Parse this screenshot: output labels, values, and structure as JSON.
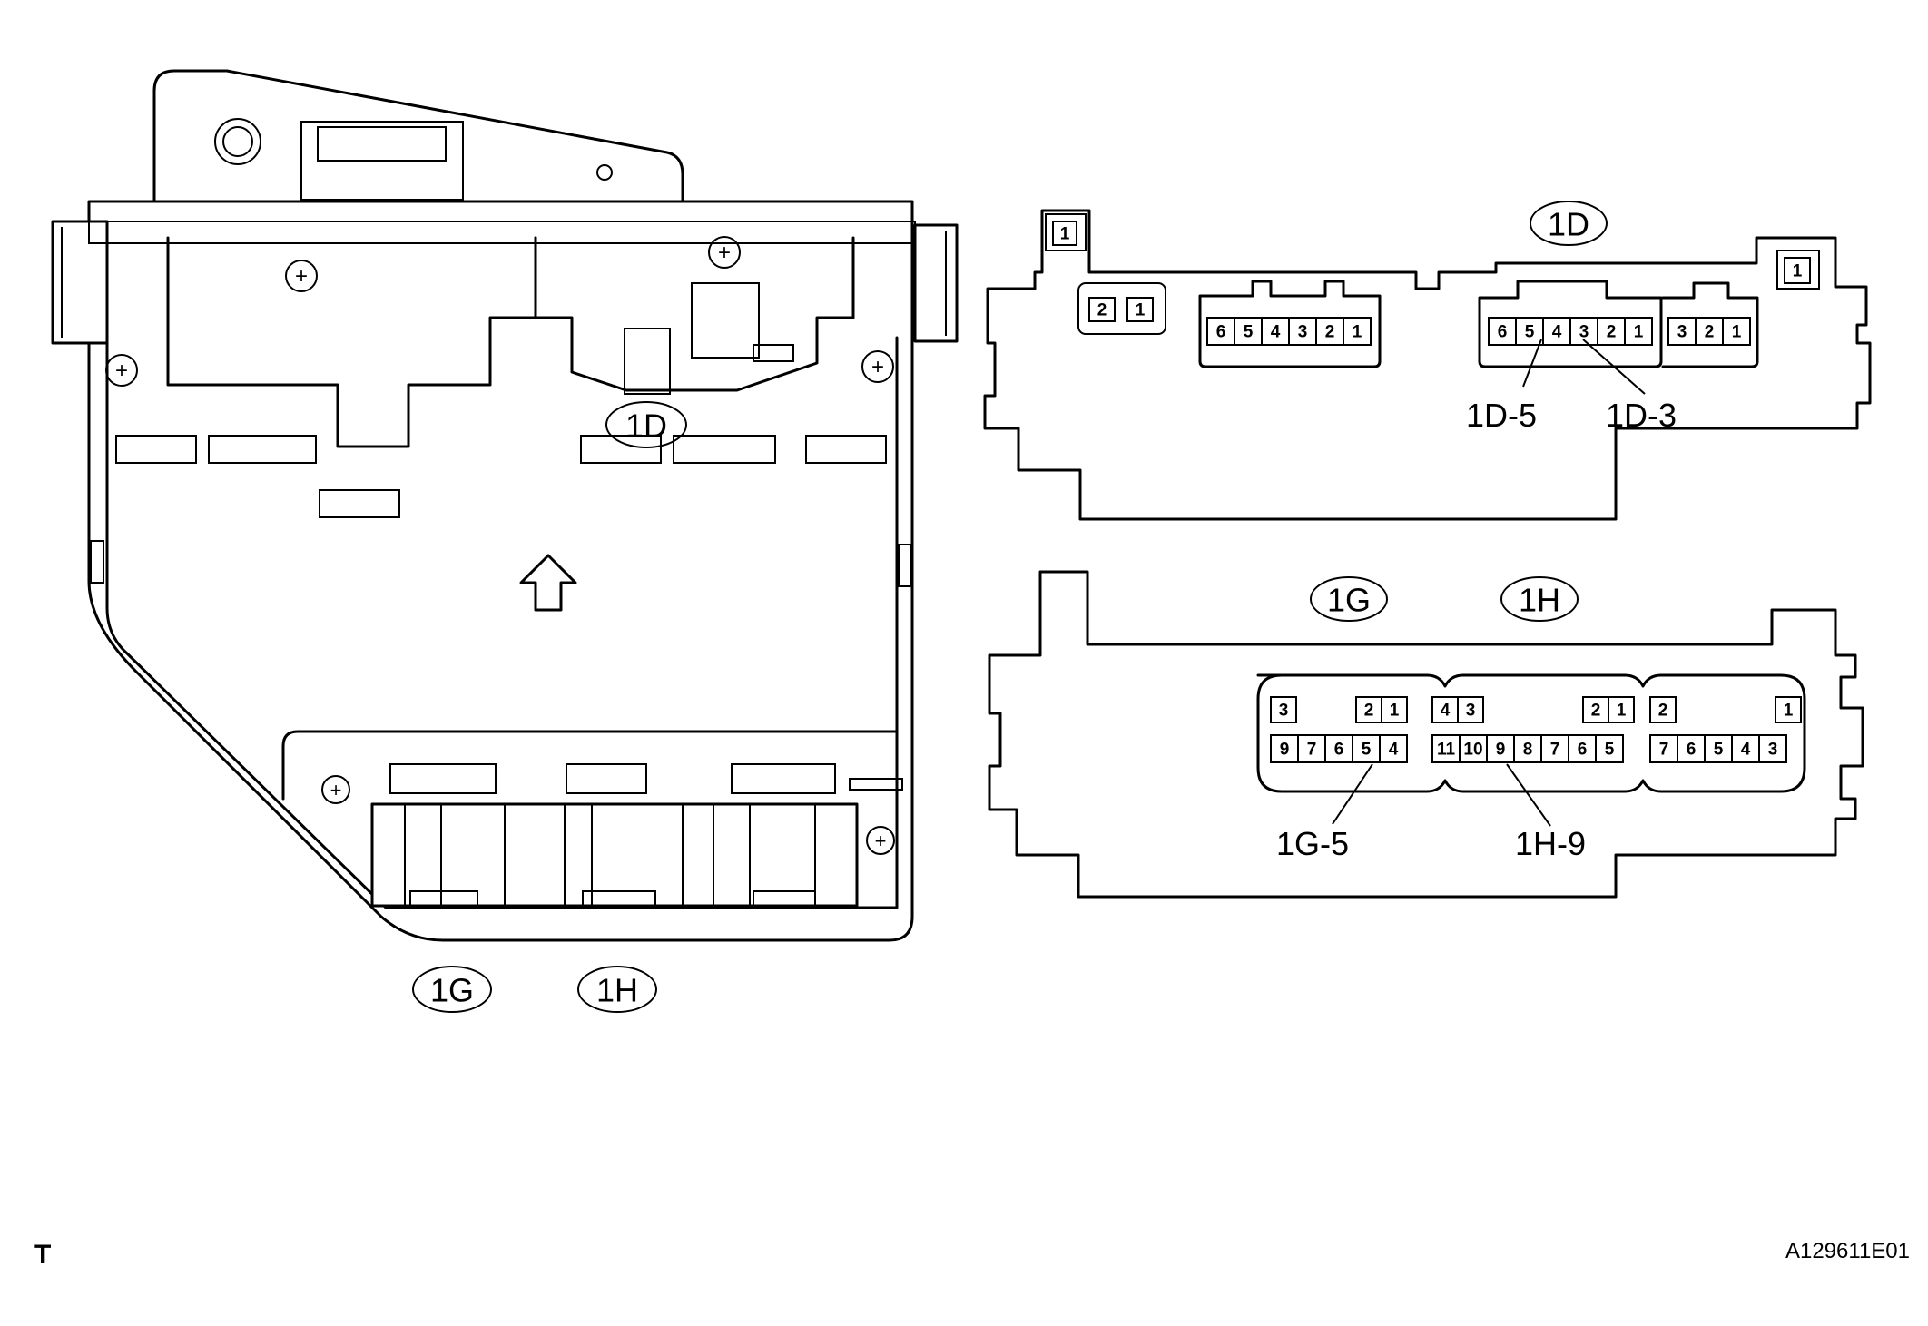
{
  "ovals": {
    "top_d": "1D",
    "center_d": "1D",
    "top_g": "1G",
    "top_h": "1H",
    "bottom_g": "1G",
    "bottom_h": "1H"
  },
  "callouts": {
    "d5": "1D-5",
    "d3": "1D-3",
    "g5": "1G-5",
    "h9": "1H-9"
  },
  "corner_left": "T",
  "corner_right": "A129611E01",
  "connectors_top": {
    "single_left": [
      "1"
    ],
    "single_right": [
      "1"
    ],
    "two_pin": [
      "2",
      "1"
    ],
    "six_a": [
      "6",
      "5",
      "4",
      "3",
      "2",
      "1"
    ],
    "six_b": [
      "6",
      "5",
      "4",
      "3",
      "2",
      "1"
    ],
    "three_pin": [
      "3",
      "2",
      "1"
    ]
  },
  "connectors_bottom": {
    "g_top": [
      "3",
      "2",
      "1"
    ],
    "g_bottom": [
      "9",
      "7",
      "6",
      "5",
      "4"
    ],
    "h_top": [
      "4",
      "3",
      "2",
      "1"
    ],
    "h_bottom": [
      "11",
      "10",
      "9",
      "8",
      "7",
      "6",
      "5"
    ],
    "x_top": [
      "2",
      "1"
    ],
    "x_bottom": [
      "7",
      "6",
      "5",
      "4",
      "3"
    ]
  }
}
